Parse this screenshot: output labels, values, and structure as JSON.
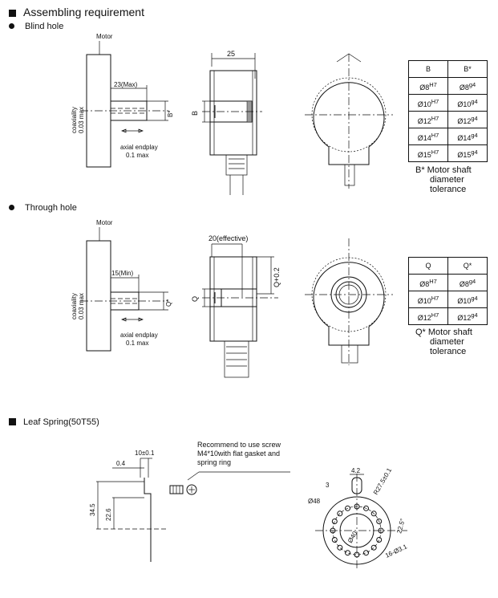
{
  "sections": {
    "main_title": "Assembling requirement",
    "blind_hole": "Blind hole",
    "through_hole": "Through hole",
    "leaf_spring": "Leaf Spring(50T55)"
  },
  "blind": {
    "motor": "Motor",
    "coax_1": "coaxiality",
    "coax_2": "0.03 max",
    "len": "23(Max)",
    "bstar": "B*",
    "endplay_1": "axial endplay",
    "endplay_2": "0.1 max",
    "depth": "25",
    "b": "B"
  },
  "through": {
    "motor": "Motor",
    "coax_1": "coaxiality",
    "coax_2": "0.03 max",
    "len": "15(Min)",
    "qstar": "Q*",
    "endplay_1": "axial endplay",
    "endplay_2": "0.1 max",
    "eff": "20(effective)",
    "q": "Q",
    "qplus": "Q+0.2"
  },
  "table_b": {
    "headers": [
      "B",
      "B*"
    ],
    "rows": [
      {
        "a": "Ø8",
        "as": "H7",
        "b": "Ø8",
        "bs": "g4"
      },
      {
        "a": "Ø10",
        "as": "H7",
        "b": "Ø10",
        "bs": "g4"
      },
      {
        "a": "Ø12",
        "as": "H7",
        "b": "Ø12",
        "bs": "g4"
      },
      {
        "a": "Ø14",
        "as": "H7",
        "b": "Ø14",
        "bs": "g4"
      },
      {
        "a": "Ø15",
        "as": "H7",
        "b": "Ø15",
        "bs": "g4"
      }
    ],
    "note_1": "B*  Motor shaft",
    "note_2": "diameter",
    "note_3": "tolerance"
  },
  "table_q": {
    "headers": [
      "Q",
      "Q*"
    ],
    "rows": [
      {
        "a": "Ø8",
        "as": "H7",
        "b": "Ø8",
        "bs": "g4"
      },
      {
        "a": "Ø10",
        "as": "H7",
        "b": "Ø10",
        "bs": "g4"
      },
      {
        "a": "Ø12",
        "as": "H7",
        "b": "Ø12",
        "bs": "g4"
      }
    ],
    "note_1": "Q*  Motor shaft",
    "note_2": "diameter",
    "note_3": "tolerance"
  },
  "spring": {
    "d_10": "10±0.1",
    "d_04": "0.4",
    "d_345": "34.5",
    "d_226": "22.6",
    "rec_1": "Recommend to use screw",
    "rec_2": "M4*10with flat gasket and",
    "rec_3": "spring ring",
    "d_42": "4.2",
    "d_3": "3",
    "r275": "R27.5±0.1",
    "d48": "Ø48",
    "d40": "Ø40",
    "a225": "22.5°",
    "holes": "16-Ø3.1"
  }
}
